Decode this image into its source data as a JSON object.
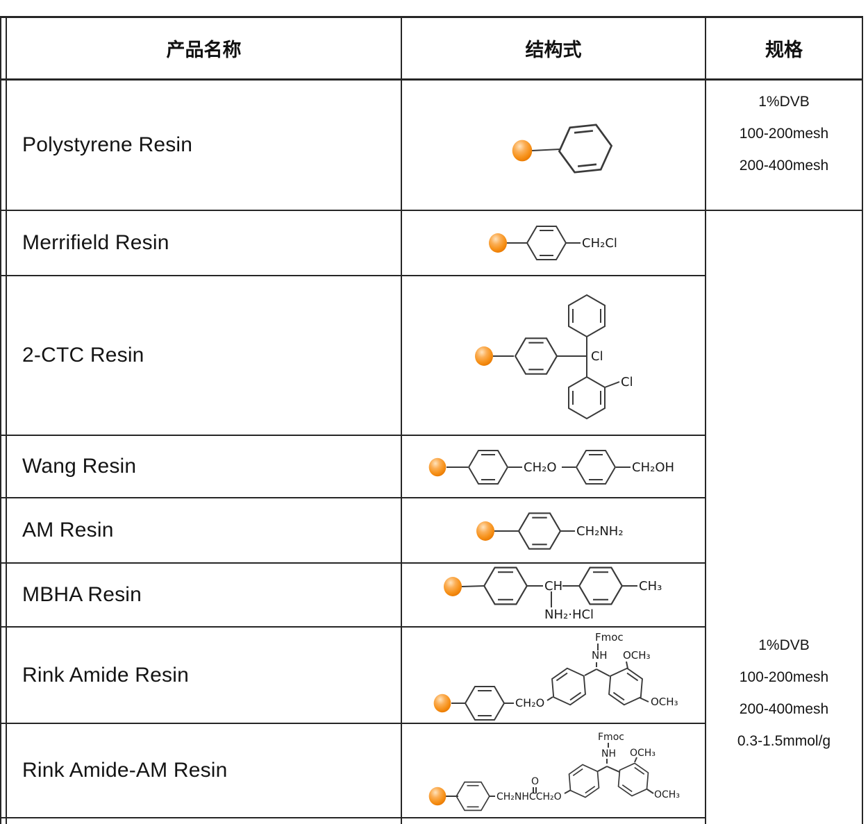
{
  "table": {
    "header": {
      "product": "产品名称",
      "structure": "结构式",
      "spec": "规格"
    },
    "rows": [
      {
        "name": "Polystyrene Resin",
        "labels": {}
      },
      {
        "name": "Merrifield Resin",
        "labels": {
          "end": "CH₂Cl"
        }
      },
      {
        "name": "2-CTC Resin",
        "labels": {
          "cl_center": "Cl",
          "cl_ortho": "Cl"
        }
      },
      {
        "name": "Wang Resin",
        "labels": {
          "linker": "CH₂O",
          "end": "CH₂OH"
        }
      },
      {
        "name": "AM Resin",
        "labels": {
          "end": "CH₂NH₂"
        }
      },
      {
        "name": "MBHA Resin",
        "labels": {
          "ch": "CH",
          "ch3": "CH₃",
          "salt": "NH₂·HCl"
        }
      },
      {
        "name": "Rink Amide Resin",
        "labels": {
          "linker": "CH₂O",
          "fmoc": "Fmoc",
          "nh": "NH",
          "och3_ortho": "OCH₃",
          "och3_para": "OCH₃"
        }
      },
      {
        "name": "Rink Amide-AM Resin",
        "labels": {
          "linker": "CH₂NHCCH₂O",
          "carbonyl_o": "O",
          "fmoc": "Fmoc",
          "nh": "NH",
          "och3_ortho": "OCH₃",
          "och3_para": "OCH₃"
        }
      }
    ],
    "spec_row1": [
      "1%DVB",
      "100-200mesh",
      "200-400mesh"
    ],
    "spec_merged": [
      "1%DVB",
      "100-200mesh",
      "200-400mesh",
      "0.3-1.5mmol/g"
    ]
  },
  "colors": {
    "bead_orange": "#F7941E",
    "bead_highlight": "#FFE3BC",
    "bond": "#3a3a3a",
    "border": "#262626",
    "text": "#1a1a1a"
  }
}
